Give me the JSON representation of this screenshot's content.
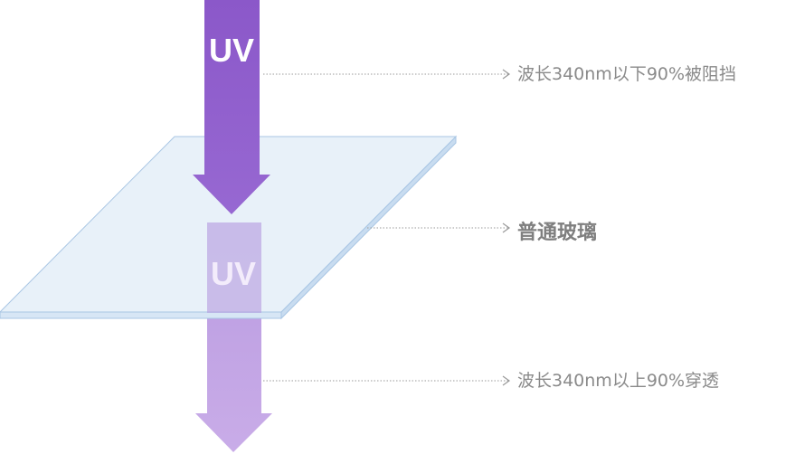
{
  "diagram": {
    "incoming_uv_label": "UV",
    "transmitted_uv_label": "UV",
    "callout_blocked": "波长340nm以下90%被阻挡",
    "callout_glass": "普通玻璃",
    "callout_transmitted": "波长340nm以上90%穿透"
  },
  "colors": {
    "incoming_arrow": "#8f5fcc",
    "transmitted_arrow": "#c4a6e6",
    "glass_fill": "#e3edf7",
    "glass_edge": "#a9c6e4",
    "leader_line": "#9a9a9a",
    "callout_text": "#8a8a8a"
  }
}
